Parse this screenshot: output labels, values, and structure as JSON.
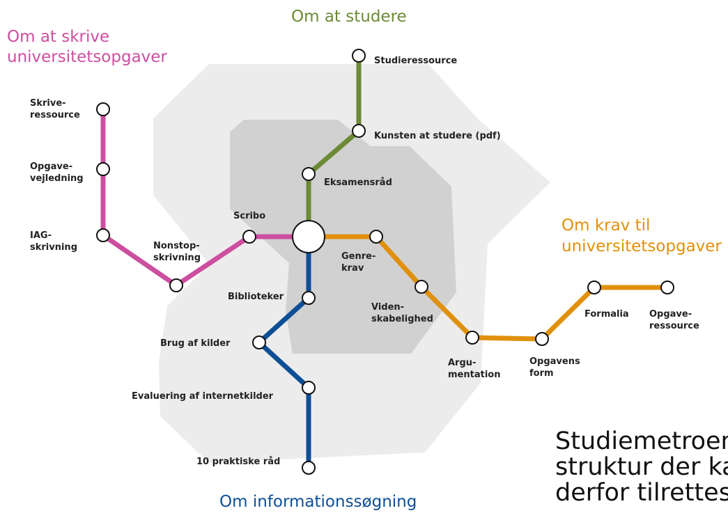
{
  "colors": {
    "green": "#6b8a35",
    "pink": "#cc4f9f",
    "orange": "#e0900c",
    "blue": "#0e4f96",
    "zone_outer": "#ececec",
    "zone_inner": "#d1d1d1"
  },
  "titles": {
    "studere": "Om at studere",
    "skrive_line1": "Om at skrive",
    "skrive_line2": "universitetsopgaver",
    "krav_line1": "Om krav til",
    "krav_line2": "universitetsopgaver",
    "info": "Om informationssøgning"
  },
  "stations": {
    "studieressource": "Studieressource",
    "kunsten": "Kunsten at studere (pdf)",
    "eksamensraad": "Eksamensråd",
    "skrive_1": "Skrive-",
    "skrive_2": "ressource",
    "opgavevejl_1": "Opgave-",
    "opgavevejl_2": "vejledning",
    "iag_1": "IAG-",
    "iag_2": "skrivning",
    "nonstop_1": "Nonstop-",
    "nonstop_2": "skrivning",
    "scribo": "Scribo",
    "genre_1": "Genre-",
    "genre_2": "krav",
    "viden_1": "Viden-",
    "viden_2": "skabelighed",
    "argu_1": "Argu-",
    "argu_2": "mentation",
    "form_1": "Opgavens",
    "form_2": "form",
    "formalia": "Formalia",
    "opgres_1": "Opgave-",
    "opgres_2": "ressource",
    "biblioteker": "Biblioteker",
    "kilder": "Brug af kilder",
    "internet": "Evaluering af internetkilder",
    "praktiske": "10 praktiske råd"
  },
  "caption": {
    "line1": "Studiemetroen",
    "line2": "struktur der ka",
    "line3": "derfor tilrettes"
  }
}
